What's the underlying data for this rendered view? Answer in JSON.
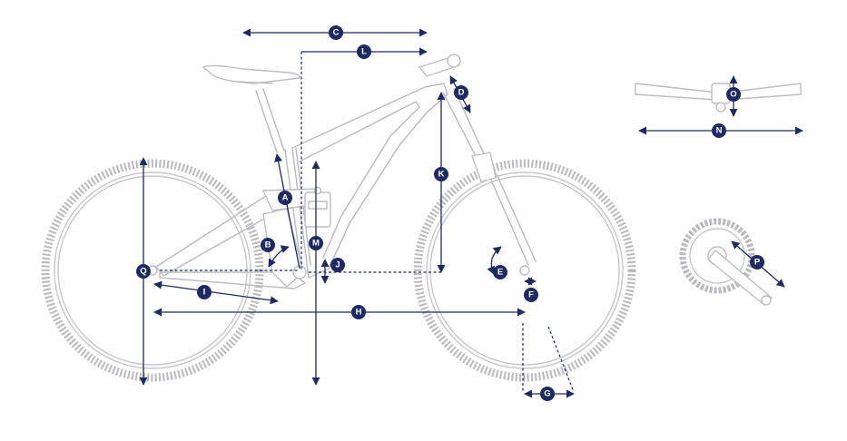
{
  "dimension_labels": [
    "A",
    "B",
    "C",
    "D",
    "E",
    "F",
    "G",
    "H",
    "I",
    "J",
    "K",
    "L",
    "M",
    "N",
    "O",
    "P",
    "Q"
  ],
  "colors": {
    "dimension": "#1f2a63",
    "bike_outline": "#bdbdc3",
    "background": "#ffffff"
  }
}
